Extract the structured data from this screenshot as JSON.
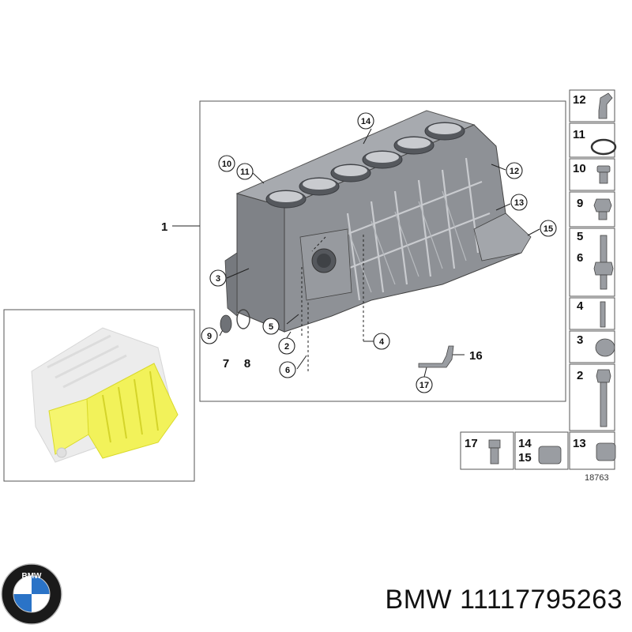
{
  "diagram": {
    "callouts": {
      "c1": "1",
      "c2": "2",
      "c3": "3",
      "c4": "4",
      "c5": "5",
      "c6": "6",
      "c7": "7",
      "c8": "8",
      "c9": "9",
      "c10": "10",
      "c11": "11",
      "c12": "12",
      "c13": "13",
      "c14": "14",
      "c15": "15",
      "c16": "16",
      "c17": "17"
    },
    "side_parts": {
      "p12": "12",
      "p11": "11",
      "p10": "10",
      "p9": "9",
      "p5": "5",
      "p6": "6",
      "p4": "4",
      "p3": "3",
      "p2": "2"
    },
    "bottom_parts": {
      "p17": "17",
      "p14": "14",
      "p15": "15",
      "p13": "13"
    },
    "drawing_number": "18763"
  },
  "footer": {
    "brand": "BMW",
    "part_number": "11117795263",
    "logo_letters": "BMW"
  },
  "colors": {
    "engine_gray": "#8e9196",
    "highlight_yellow": "#f2f25a",
    "bmw_blue": "#2a73c7",
    "logo_black": "#1a1a1a"
  }
}
